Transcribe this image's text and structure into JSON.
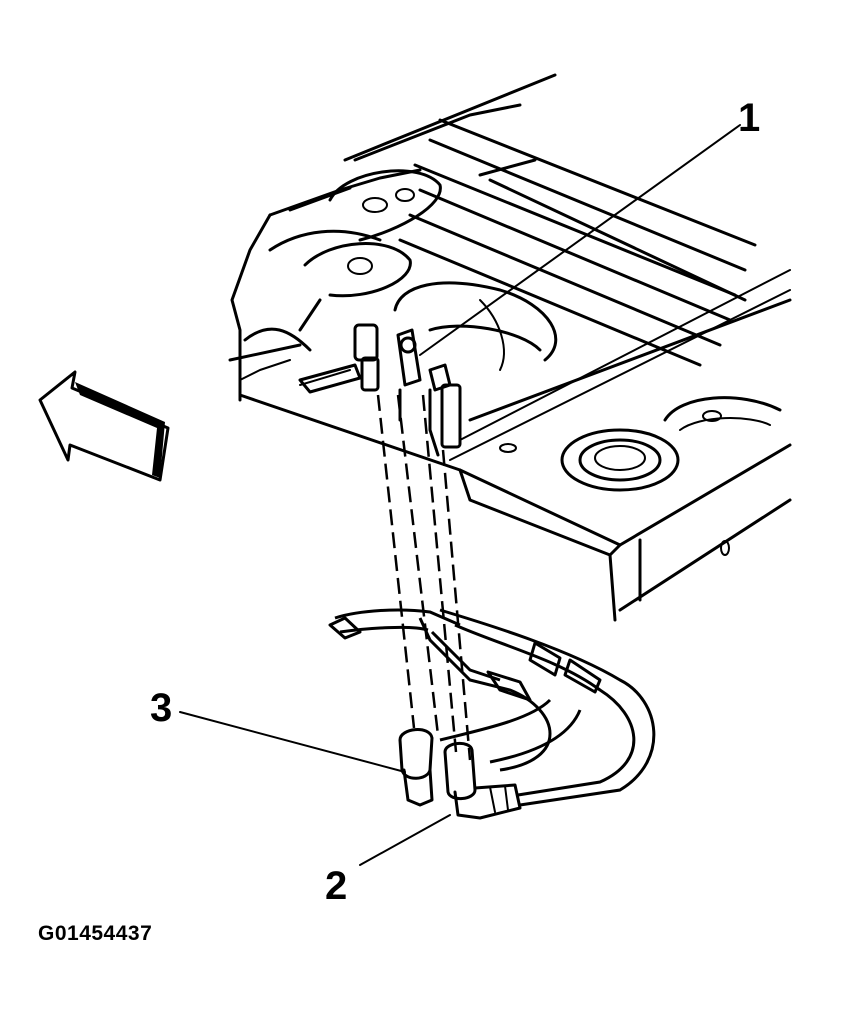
{
  "callouts": [
    {
      "id": "1",
      "text": "1"
    },
    {
      "id": "2",
      "text": "2"
    },
    {
      "id": "3",
      "text": "3"
    }
  ],
  "figure_id": "G01454437",
  "colors": {
    "ink": "#000000",
    "paper": "#ffffff"
  },
  "icons": [
    "direction-arrow-icon"
  ]
}
